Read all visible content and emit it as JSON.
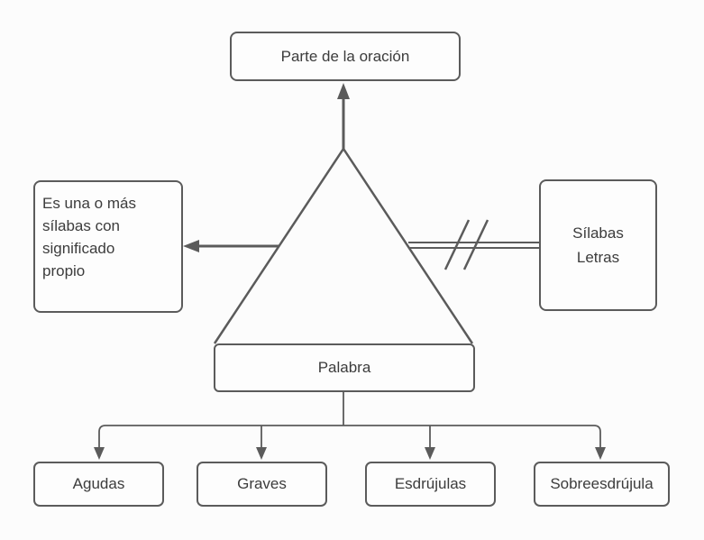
{
  "diagram": {
    "background_color": "#fcfcfc",
    "line_color": "#5b5b5b",
    "text_color": "#3c3c3c",
    "nodes": {
      "top": {
        "label": "Parte de la oración"
      },
      "left": {
        "lines": [
          "Es una o más",
          "sílabas con",
          "significado",
          "propio"
        ]
      },
      "right": {
        "lines": [
          "Sílabas",
          "Letras"
        ]
      },
      "center": {
        "label": "Palabra"
      },
      "bottom": [
        {
          "label": "Agudas"
        },
        {
          "label": "Graves"
        },
        {
          "label": "Esdrújulas"
        },
        {
          "label": "Sobreesdrújula"
        }
      ]
    }
  }
}
